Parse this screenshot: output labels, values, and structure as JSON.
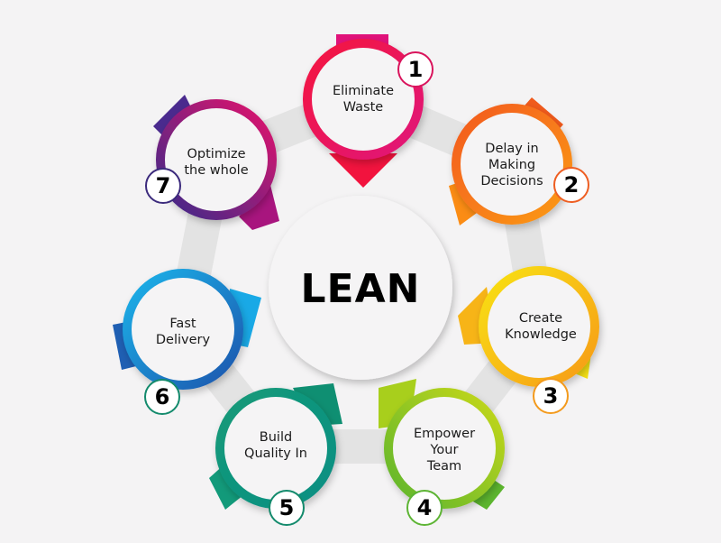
{
  "diagram": {
    "title": "LEAN",
    "type": "cycle",
    "background": "#f4f3f4",
    "ring_color": "#e3e3e3",
    "nodes": [
      {
        "number": "1",
        "label": "Eliminate\nWaste",
        "color_start": "#e0127a",
        "color_end": "#f4123f",
        "badge_border": "#d9145c"
      },
      {
        "number": "2",
        "label": "Delay in\nMaking\nDecisions",
        "color_start": "#f35a1f",
        "color_end": "#fb8a16",
        "badge_border": "#ee5e22"
      },
      {
        "number": "3",
        "label": "Create\nKnowledge",
        "color_start": "#f8e210",
        "color_end": "#f7a01a",
        "badge_border": "#f39a1c"
      },
      {
        "number": "4",
        "label": "Empower\nYour\nTeam",
        "color_start": "#b5d21e",
        "color_end": "#6cbd2c",
        "badge_border": "#5db434"
      },
      {
        "number": "5",
        "label": "Build\nQuality In",
        "color_start": "#15a07a",
        "color_end": "#0d8a7c",
        "badge_border": "#138a6c"
      },
      {
        "number": "6",
        "label": "Fast\nDelivery",
        "color_start": "#15a9e6",
        "color_end": "#1f5fb3",
        "badge_border": "#138a6c"
      },
      {
        "number": "7",
        "label": "Optimize\nthe whole",
        "color_start": "#4a2a8e",
        "color_end": "#d6146e",
        "badge_border": "#3b2a7c"
      }
    ]
  }
}
